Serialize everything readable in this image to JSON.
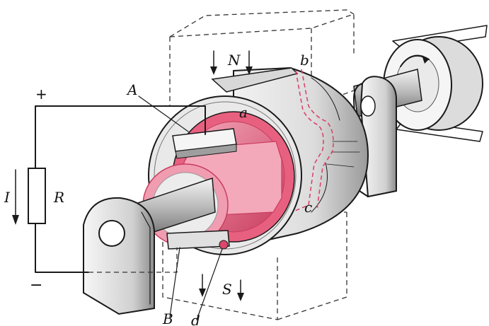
{
  "labels": {
    "A": "A",
    "N": "N",
    "b": "b",
    "a": "a",
    "plus": "+",
    "I": "I",
    "R": "R",
    "c": "c",
    "minus": "−",
    "S": "S",
    "B": "B",
    "d": "d"
  },
  "colors": {
    "rotor_pink": "#e8607f",
    "rotor_pink_light": "#f4a9bb",
    "rotor_pink_dark": "#c93c5e",
    "metal_light": "#efefef",
    "metal_mid": "#cfcfcf",
    "metal_dark": "#8f8f8f",
    "ink": "#1a1a1a"
  },
  "icons": {
    "rotation_arrow": "curved-arrow-icon",
    "flux_arrow_down": "arrow-down-icon",
    "current_arrow": "arrow-down-icon"
  }
}
